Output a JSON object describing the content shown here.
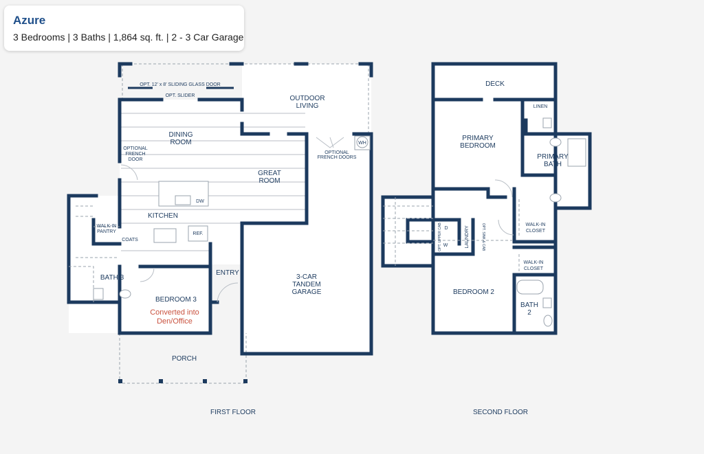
{
  "header": {
    "title": "Azure",
    "subtitle": "3 Bedrooms | 3 Baths | 1,864 sq. ft. | 2 - 3 Car Garage"
  },
  "colors": {
    "wall": "#1c3a5e",
    "title": "#1f4f8a",
    "note": "#c9523f",
    "background": "#f4f4f4"
  },
  "first_floor": {
    "caption": "FIRST FLOOR",
    "labels": {
      "sliding_door": "OPT. 12' x 8' SLIDING GLASS DOOR",
      "opt_slider": "OPT. SLIDER",
      "outdoor_1": "OUTDOOR",
      "outdoor_2": "LIVING",
      "dining_1": "DINING",
      "dining_2": "ROOM",
      "french_1": "OPTIONAL",
      "french_2": "FRENCH",
      "french_3": "DOOR",
      "french_doors_1": "OPTIONAL",
      "french_doors_2": "FRENCH DOORS",
      "wh": "WH",
      "great_1": "GREAT",
      "great_2": "ROOM",
      "dw": "DW",
      "kitchen": "KITCHEN",
      "pantry_1": "WALK-IN",
      "pantry_2": "PANTRY",
      "coats": "COATS",
      "ref": "REF.",
      "bath3": "BATH 3",
      "bedroom3": "BEDROOM 3",
      "converted_1": "Converted into",
      "converted_2": "Den/Office",
      "entry": "ENTRY",
      "garage_1": "3-CAR",
      "garage_2": "TANDEM",
      "garage_3": "GARAGE",
      "porch": "PORCH"
    }
  },
  "second_floor": {
    "caption": "SECOND FLOOR",
    "labels": {
      "deck": "DECK",
      "linen": "LINEN",
      "primary_bed_1": "PRIMARY",
      "primary_bed_2": "BEDROOM",
      "primary_bath_1": "PRIMARY",
      "primary_bath_2": "BATH",
      "wic_1a": "WALK-IN",
      "wic_1b": "CLOSET",
      "wic_2a": "WALK-IN",
      "wic_2b": "CLOSET",
      "laundry": "LAUNDRY",
      "w": "W",
      "dd": "D",
      "opt_upper": "OPT. UPPER CAB",
      "opt_sink": "OPT. SINK & CAB",
      "bedroom2": "BEDROOM 2",
      "bath2_1": "BATH",
      "bath2_2": "2"
    }
  }
}
